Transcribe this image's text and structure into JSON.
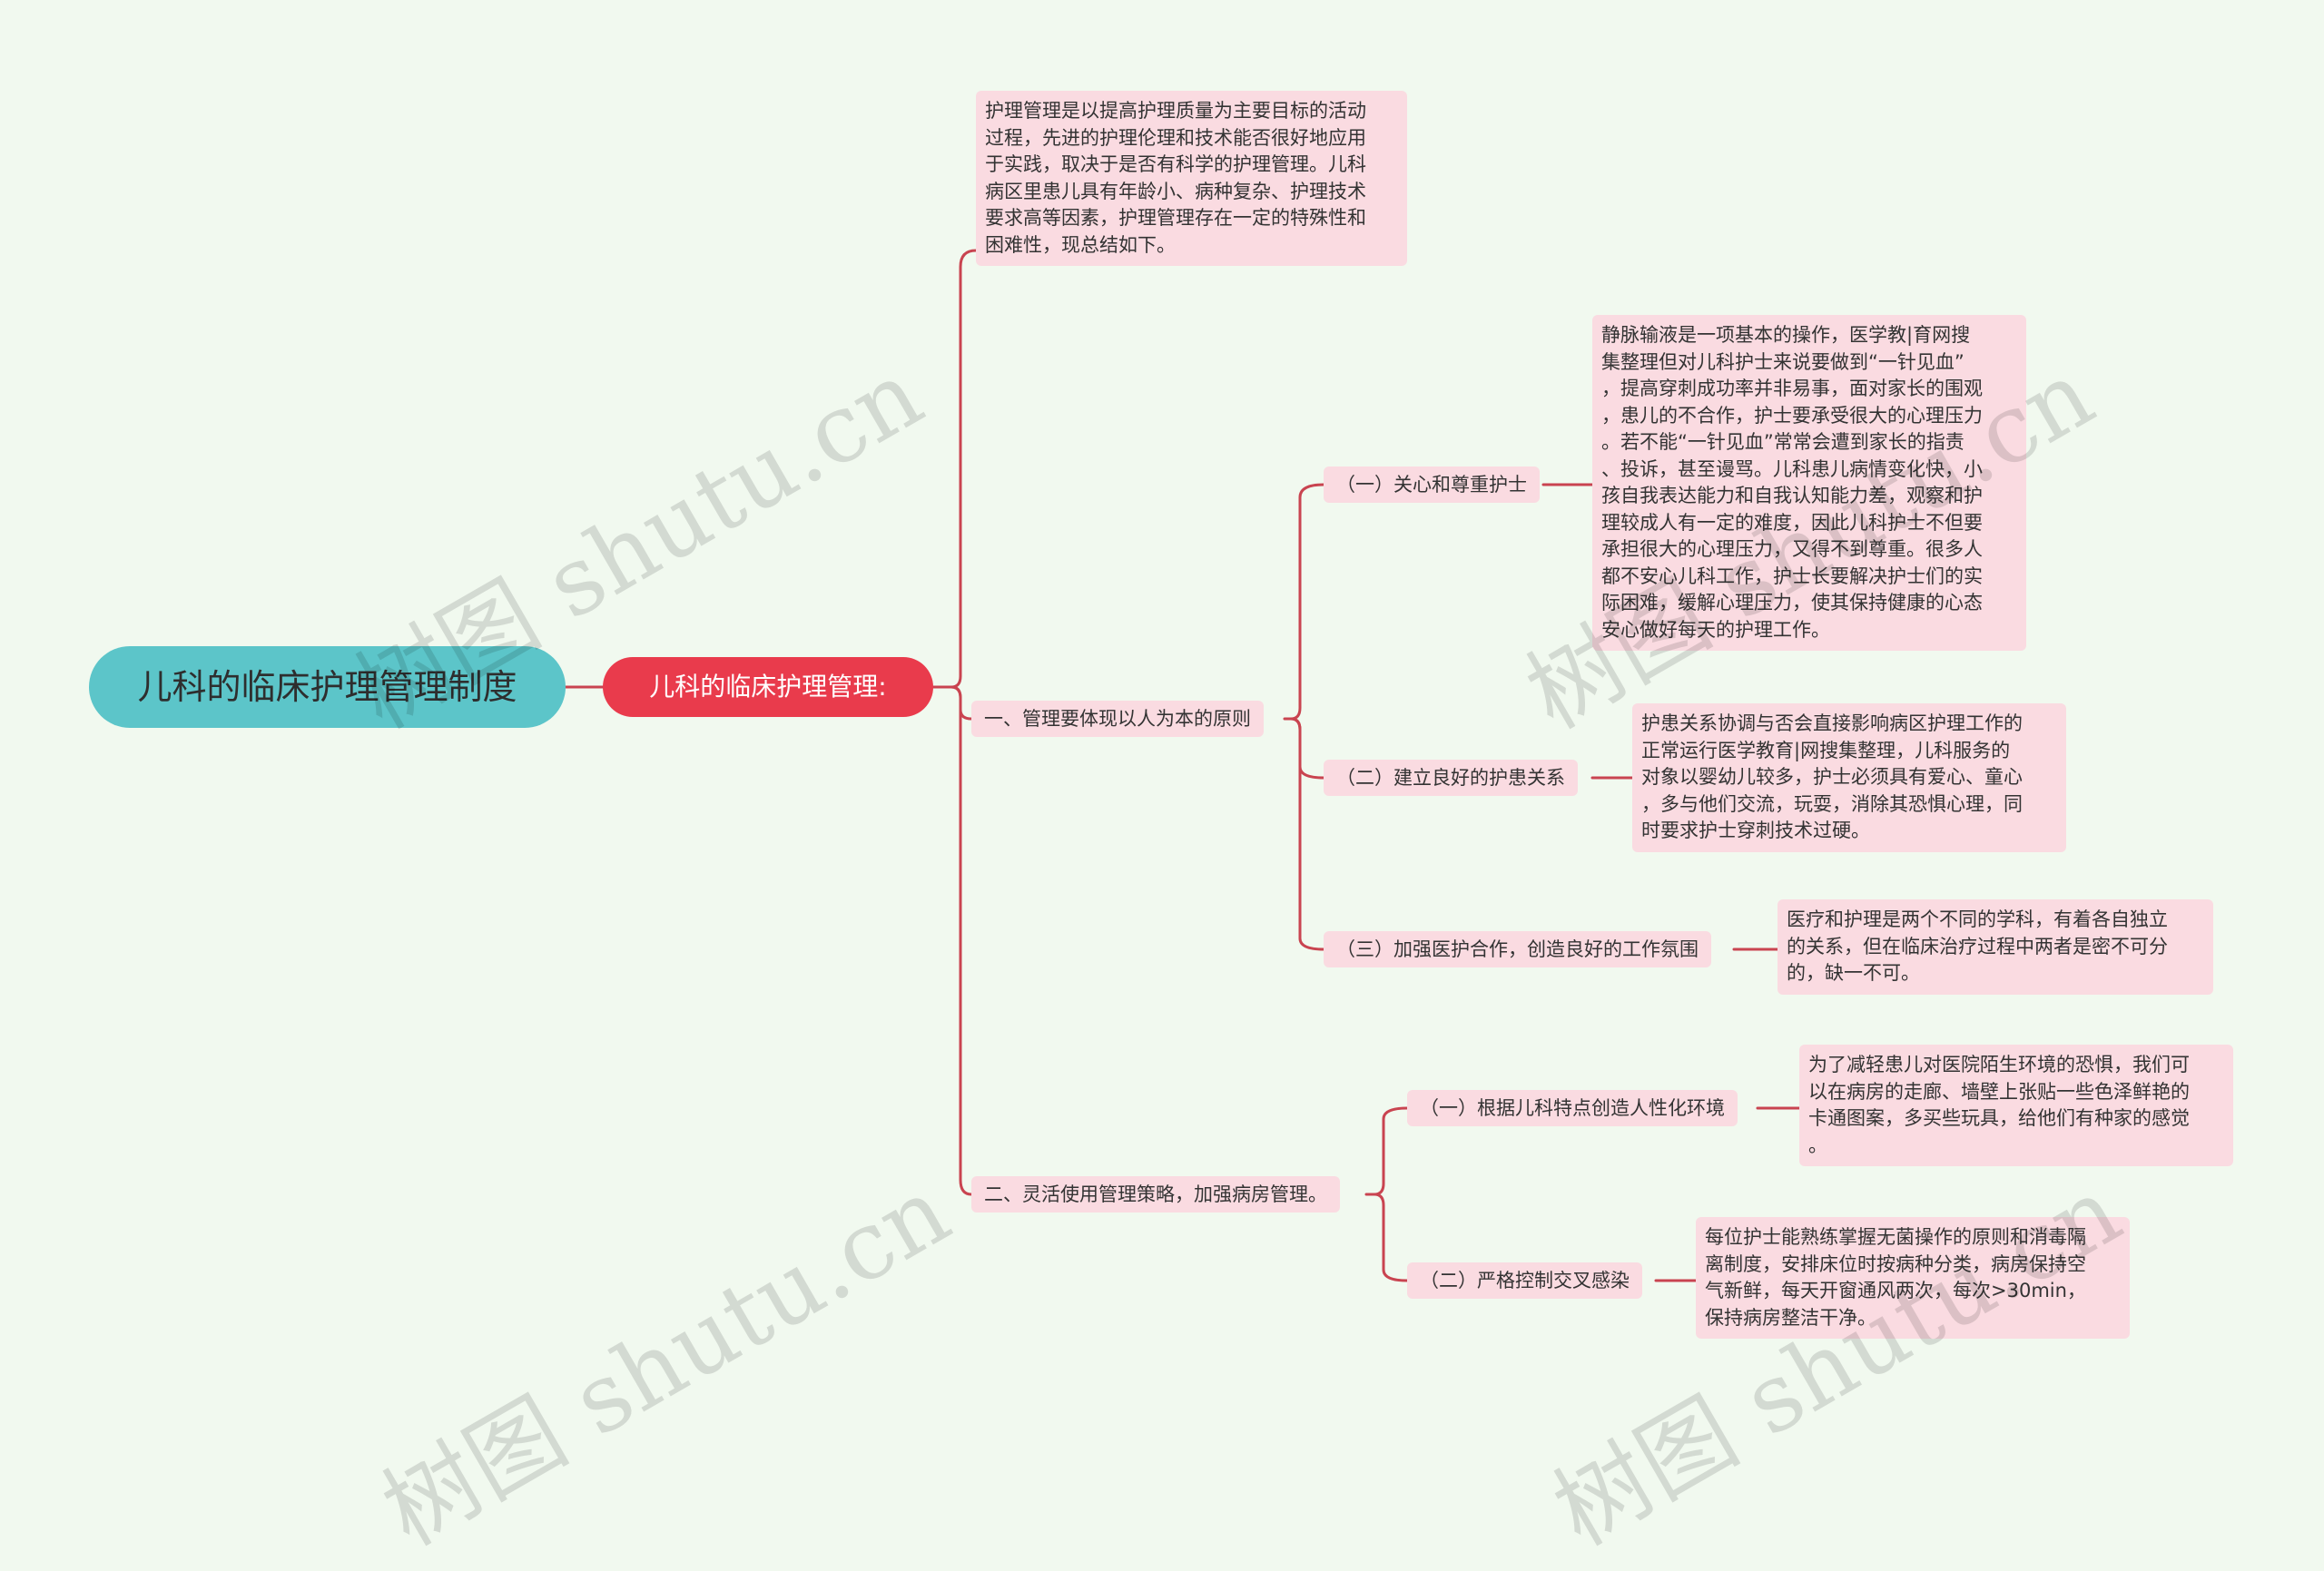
{
  "root": {
    "title": "儿科的临床护理管理制度"
  },
  "hub": {
    "label": "儿科的临床护理管理:"
  },
  "intro": {
    "text": "护理管理是以提高护理质量为主要目标的活动\n过程，先进的护理伦理和技术能否很好地应用\n于实践，取决于是否有科学的护理管理。儿科\n病区里患儿具有年龄小、病种复杂、护理技术\n要求高等因素，护理管理存在一定的特殊性和\n困难性，现总结如下。"
  },
  "section1": {
    "label": "一、管理要体现以人为本的原则",
    "items": [
      {
        "label": "（一）关心和尊重护士",
        "detail": "静脉输液是一项基本的操作，医学教|育网搜\n集整理但对儿科护士来说要做到“一针见血”\n，提高穿刺成功率并非易事，面对家长的围观\n，患儿的不合作，护士要承受很大的心理压力\n。若不能“一针见血”常常会遭到家长的指责\n、投诉，甚至谩骂。儿科患儿病情变化快，小\n孩自我表达能力和自我认知能力差，观察和护\n理较成人有一定的难度，因此儿科护士不但要\n承担很大的心理压力，又得不到尊重。很多人\n都不安心儿科工作，护士长要解决护士们的实\n际困难，缓解心理压力，使其保持健康的心态\n安心做好每天的护理工作。"
      },
      {
        "label": "（二）建立良好的护患关系",
        "detail": "护患关系协调与否会直接影响病区护理工作的\n正常运行医学教育|网搜集整理，儿科服务的\n对象以婴幼儿较多，护士必须具有爱心、童心\n，多与他们交流，玩耍，消除其恐惧心理，同\n时要求护士穿刺技术过硬。"
      },
      {
        "label": "（三）加强医护合作，创造良好的工作氛围",
        "detail": "医疗和护理是两个不同的学科，有着各自独立\n的关系，但在临床治疗过程中两者是密不可分\n的，缺一不可。"
      }
    ]
  },
  "section2": {
    "label": "二、灵活使用管理策略，加强病房管理。",
    "items": [
      {
        "label": "（一）根据儿科特点创造人性化环境",
        "detail": "为了减轻患儿对医院陌生环境的恐惧，我们可\n以在病房的走廊、墙壁上张贴一些色泽鲜艳的\n卡通图案，多买些玩具，给他们有种家的感觉\n。"
      },
      {
        "label": "（二）严格控制交叉感染",
        "detail": "每位护士能熟练掌握无菌操作的原则和消毒隔\n离制度，安排床位时按病种分类，病房保持空\n气新鲜，每天开窗通风两次，每次>30min，\n保持病房整洁干净。"
      }
    ]
  },
  "colors": {
    "root": "#5cc5c9",
    "hub": "#e93b4c",
    "node": "#fadbe1",
    "line": "#c94450",
    "background": "#f1f9ef"
  },
  "watermark": "树图 shutu.cn"
}
